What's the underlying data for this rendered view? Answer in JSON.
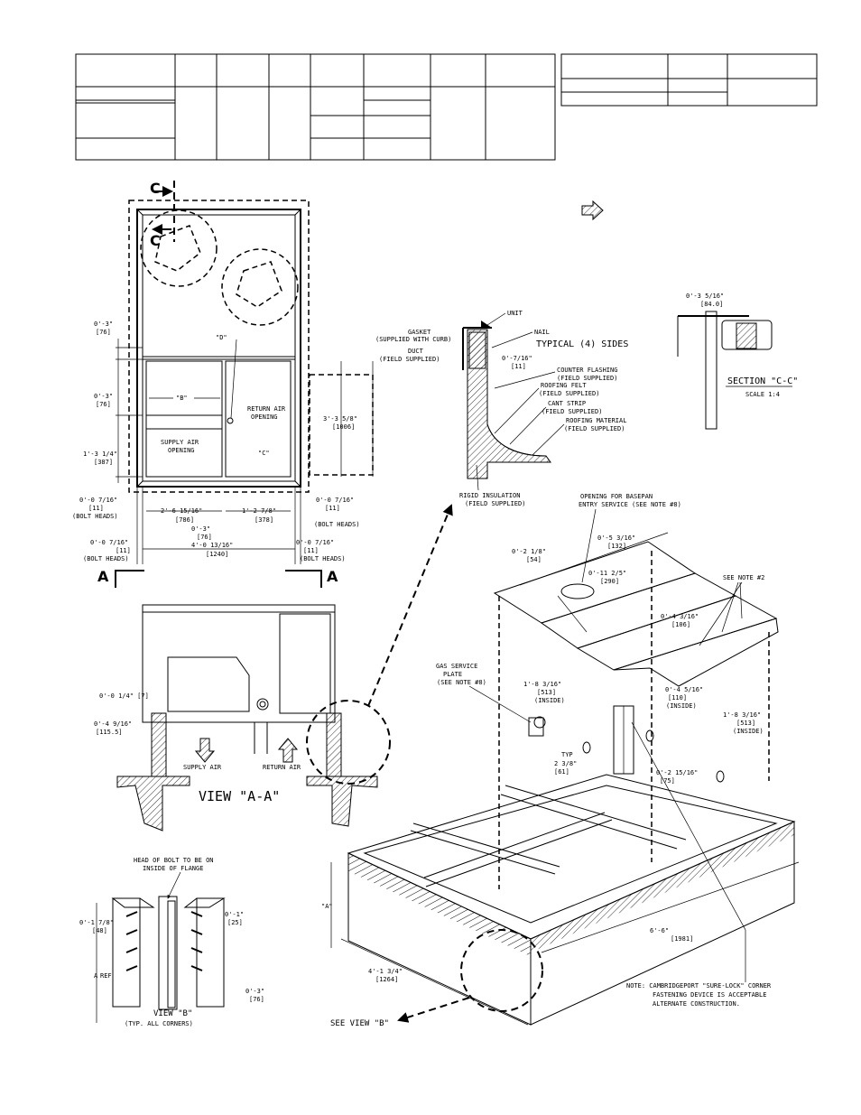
{
  "plan_view": {
    "label_section_c": "C",
    "label_d": "\"D\"",
    "label_b": "\"B\"",
    "label_c": "\"C\"",
    "return_air_opening": [
      "RETURN AIR",
      "OPENING"
    ],
    "supply_air_opening": [
      "SUPPLY AIR",
      "OPENING"
    ],
    "dim_left_1": [
      "0'-3\"",
      "[76]"
    ],
    "dim_left_2": [
      "0'-3\"",
      "[76]"
    ],
    "dim_left_3": [
      "1'-3 1/4\"",
      "[387]"
    ],
    "dim_right": [
      "3'-3 5/8\"",
      "[1006]"
    ],
    "dim_bolt_left": [
      "0'-0 7/16\"",
      "[11]",
      "(BOLT HEADS)"
    ],
    "dim_bolt_right": [
      "0'-0 7/16\"",
      "[11]",
      "(BOLT HEADS)"
    ],
    "dim_supply_width": [
      "2'-6 15/16\"",
      "[786]"
    ],
    "dim_return_width": [
      "1'-2 7/8\"",
      "[378]"
    ],
    "dim_center_gap": [
      "0'-3\"",
      "[76]"
    ],
    "dim_overall": [
      "4'-0 13/16\"",
      "[1240]"
    ],
    "dim_bolt_left_2": [
      "0'-0 7/16\"",
      "[11]",
      "(BOLT HEADS)"
    ],
    "dim_bolt_right_2": [
      "0'-0 7/16\"",
      "[11]",
      "(BOLT HEADS)"
    ],
    "label_a_left": "A",
    "label_a_right": "A"
  },
  "typical_detail": {
    "unit": "UNIT",
    "gasket": [
      "GASKET",
      "(SUPPLIED WITH CURB)"
    ],
    "nail": "NAIL",
    "typical_sides": "TYPICAL (4) SIDES",
    "duct": [
      "DUCT",
      "(FIELD SUPPLIED)"
    ],
    "dim": [
      "0'-7/16\"",
      "[11]"
    ],
    "counter_flashing": [
      "COUNTER FLASHING",
      "(FIELD SUPPLIED)"
    ],
    "roofing_felt": [
      "ROOFING FELT",
      "(FIELD SUPPLIED)"
    ],
    "cant_strip": [
      "CANT STRIP",
      "(FIELD SUPPLIED)"
    ],
    "roofing_material": [
      "ROOFING MATERIAL",
      "(FIELD SUPPLIED)"
    ],
    "rigid_insulation": [
      "RIGID INSULATION",
      "(FIELD SUPPLIED)"
    ]
  },
  "section_cc": {
    "dim": [
      "0'-3 5/16\"",
      "[84.0]"
    ],
    "title": "SECTION \"C-C\"",
    "scale": "SCALE 1:4"
  },
  "view_aa": {
    "dim_1": "0'-0 1/4\" [7]",
    "dim_2": [
      "0'-4 9/16\"",
      "[115.5]"
    ],
    "supply_air": "SUPPLY AIR",
    "return_air": "RETURN AIR",
    "title": "VIEW \"A-A\""
  },
  "view_b": {
    "bolt_note": [
      "HEAD OF BOLT TO BE ON",
      "INSIDE OF FLANGE"
    ],
    "dim_1": [
      "0'-1 7/8\"",
      "[48]"
    ],
    "dim_2": [
      "0'-1\"",
      "[25]"
    ],
    "dim_3": [
      "0'-3\"",
      "[76]"
    ],
    "ref": [
      "A",
      "REF"
    ],
    "title": "VIEW \"B\"",
    "subtitle": "(TYP. ALL CORNERS)"
  },
  "iso_view": {
    "basepan_opening": [
      "OPENING FOR BASEPAN",
      "ENTRY SERVICE (SEE NOTE #8)"
    ],
    "dim_54": [
      "0'-2 1/8\"",
      "[54]"
    ],
    "dim_132": [
      "0'-5 3/16\"",
      "[132]"
    ],
    "dim_290": [
      "0'-11 2/5\"",
      "[290]"
    ],
    "see_note_2": "SEE NOTE #2",
    "dim_106": [
      "0'-4 3/16\"",
      "[106]"
    ],
    "gas_plate": [
      "GAS SERVICE",
      "PLATE",
      "(SEE NOTE #8)"
    ],
    "dim_513_left": [
      "1'-8 3/16\"",
      "[513]",
      "(INSIDE)"
    ],
    "dim_110": [
      "0'-4 5/16\"",
      "[110]",
      "(INSIDE)"
    ],
    "dim_513_right": [
      "1'-8 3/16\"",
      "[513]",
      "(INSIDE)"
    ],
    "dim_typ": [
      "TYP",
      "2 3/8\"",
      "[61]"
    ],
    "dim_75": [
      "0'-2 15/16\"",
      "[75]"
    ],
    "label_a": "\"A\"",
    "dim_1981": [
      "6'-6\"",
      "[1981]"
    ],
    "dim_1264": [
      "4'-1 3/4\"",
      "[1264]"
    ],
    "note": [
      "NOTE: CAMBRIDGEPORT \"SURE-LOCK\" CORNER",
      "FASTENING DEVICE IS ACCEPTABLE",
      "ALTERNATE CONSTRUCTION."
    ],
    "see_view_b": "SEE VIEW \"B\""
  }
}
